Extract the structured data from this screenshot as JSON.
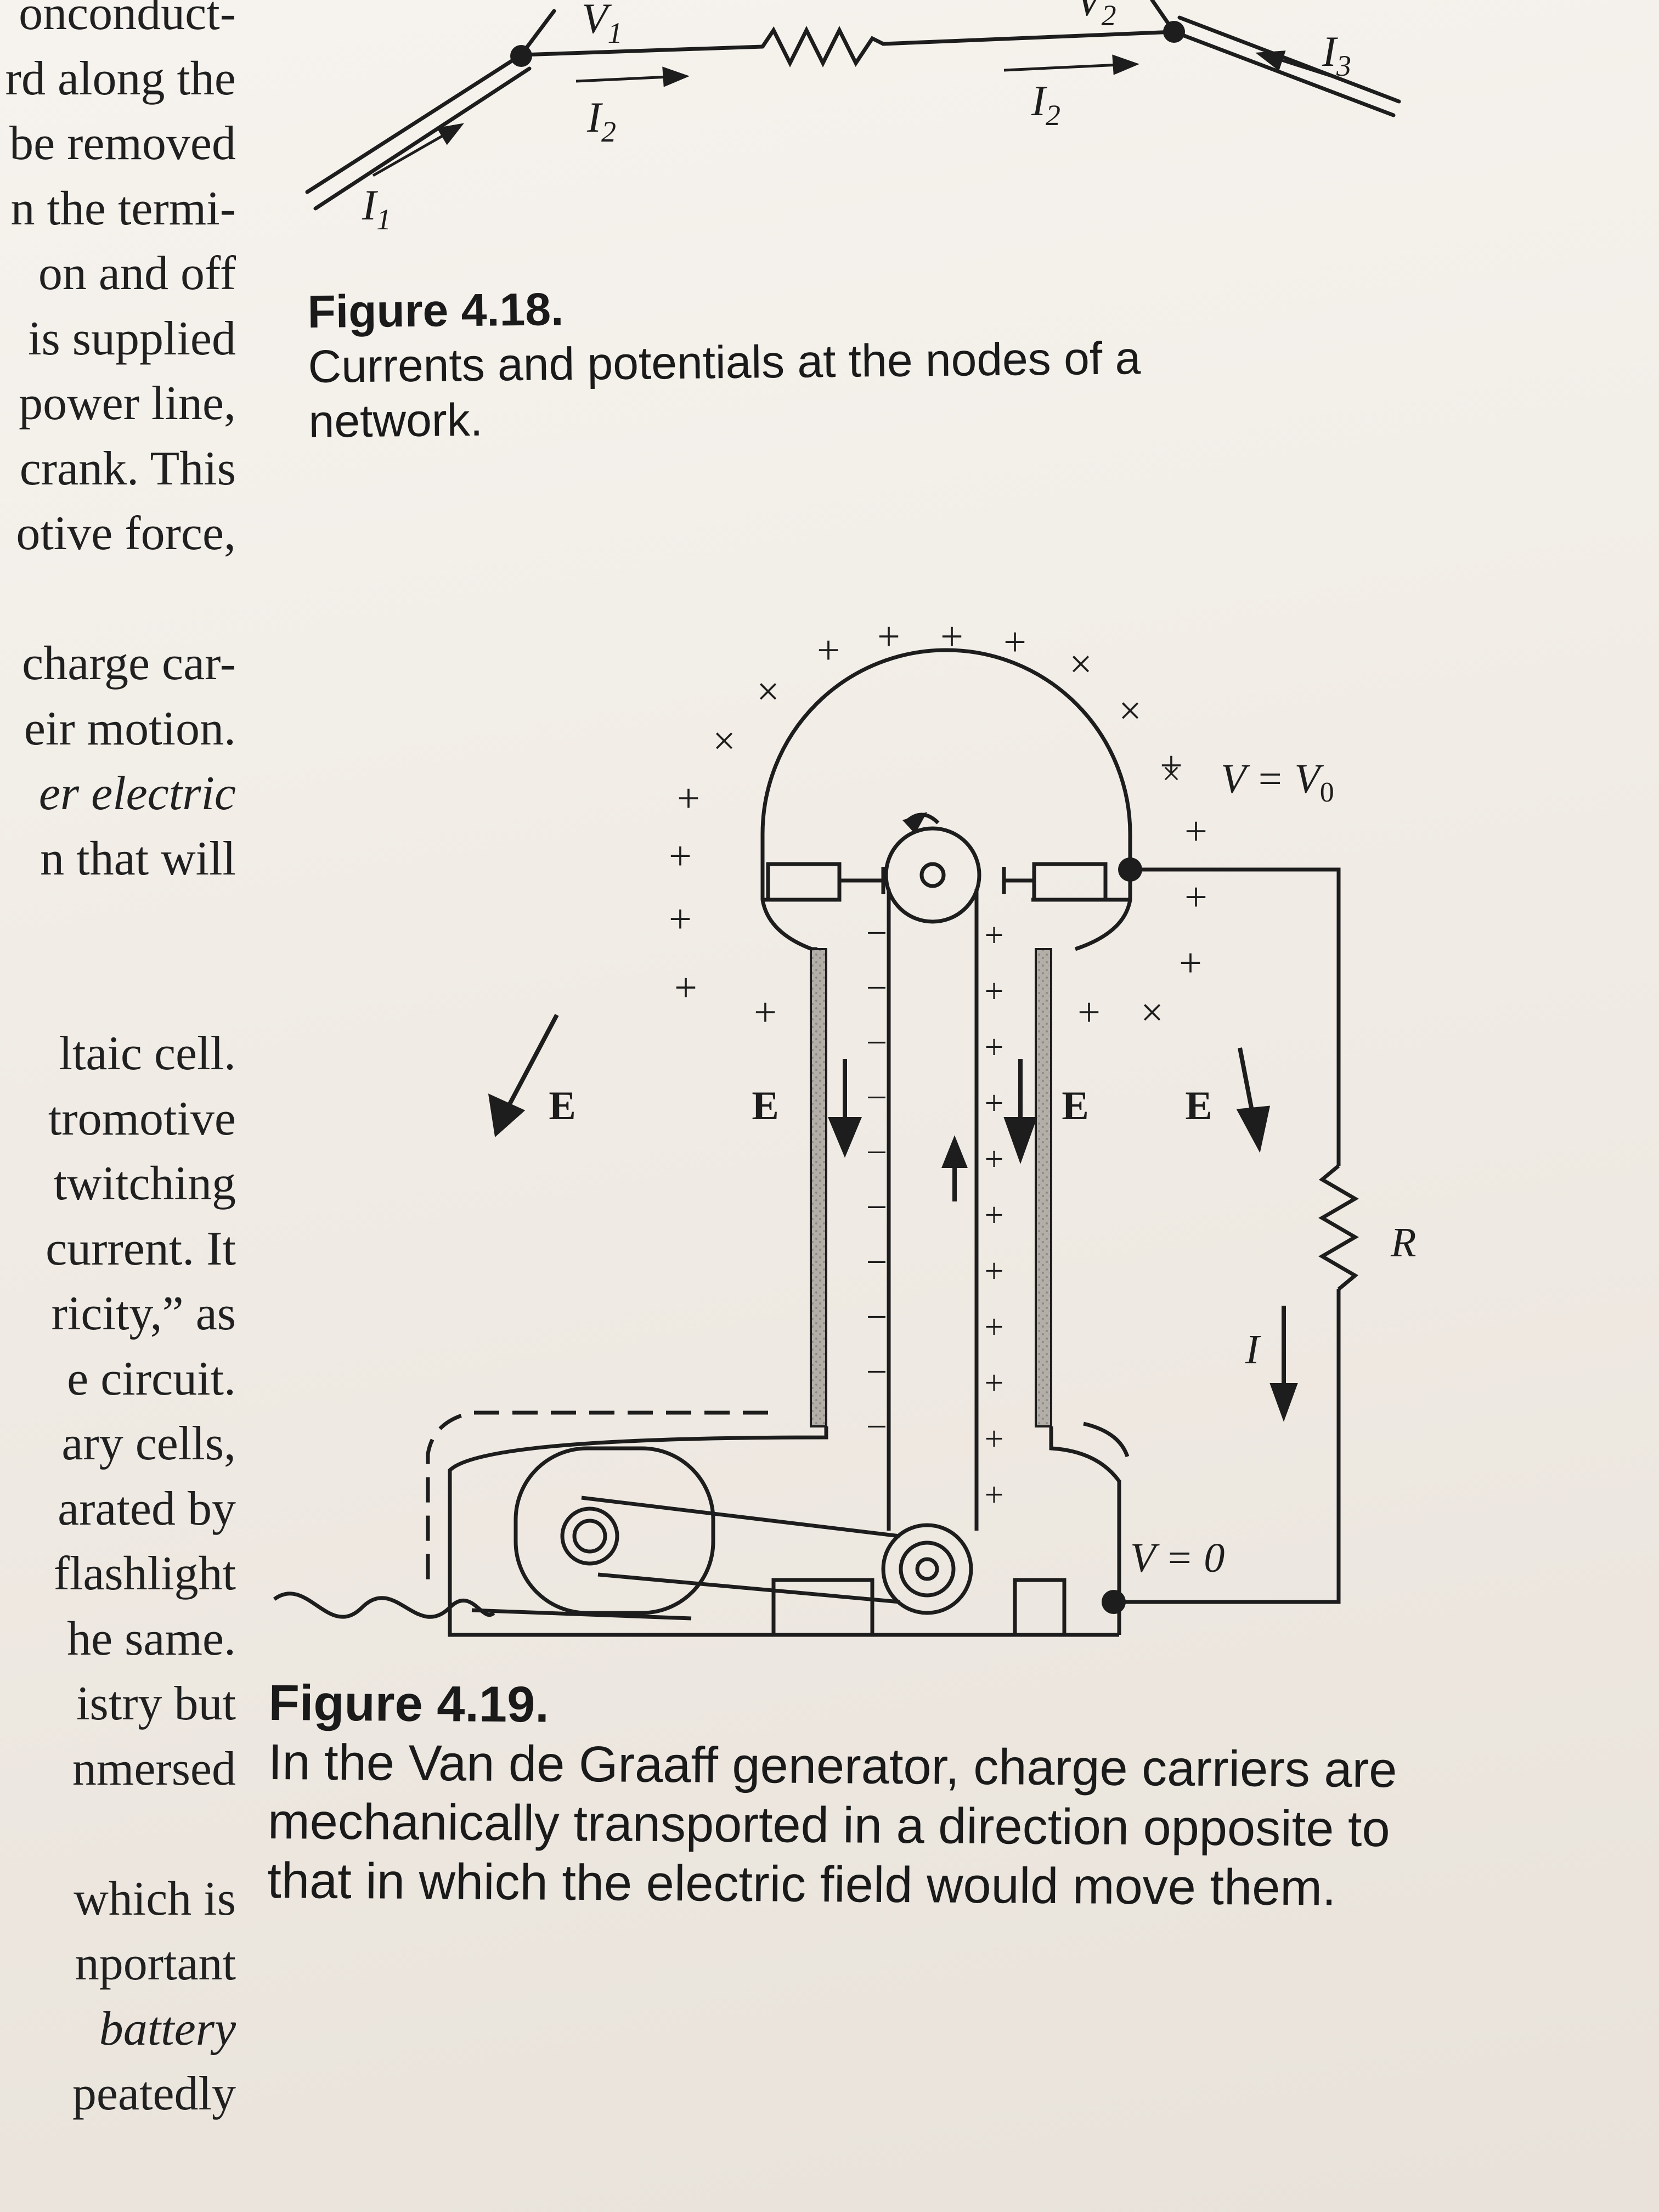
{
  "body_text": {
    "lines": [
      "onconduct-",
      "rd along the",
      "be removed",
      "n the termi-",
      "on and off",
      "is supplied",
      "power line,",
      "crank. This",
      "otive force,",
      "",
      "charge car-",
      "eir motion.",
      "er electric",
      "n that will",
      "",
      "",
      "ltaic cell.",
      "tromotive",
      "twitching",
      "current. It",
      "ricity,” as",
      "e circuit.",
      "ary cells,",
      "arated by",
      "flashlight",
      "he same.",
      "istry but",
      "nmersed",
      "",
      "which is",
      "nportant",
      "battery",
      "peatedly"
    ]
  },
  "figure_4_18": {
    "label": "Figure 4.18.",
    "caption": "Currents and potentials at the nodes of a network.",
    "symbols": {
      "v1": "V",
      "v1_sub": "1",
      "v2": "V",
      "v2_sub": "2",
      "i1": "I",
      "i1_sub": "1",
      "i2": "I",
      "i2_sub": "2",
      "i3": "I",
      "i3_sub": "3"
    }
  },
  "figure_4_19": {
    "label": "Figure 4.19.",
    "caption": "In the Van de Graaff generator, charge carriers are mechanically transported in a direction opposite to that in which the electric field would move them.",
    "labels": {
      "field": "E",
      "top_potential": "V = V",
      "top_potential_sub": "0",
      "ground_potential": "V = 0",
      "resistor": "R",
      "current": "I",
      "plus": "+",
      "cross": "×",
      "minus": "–"
    }
  },
  "colors": {
    "ink": "#1d1d1d",
    "paper": "#f3efe9",
    "belt_shade": "#9a9690"
  }
}
